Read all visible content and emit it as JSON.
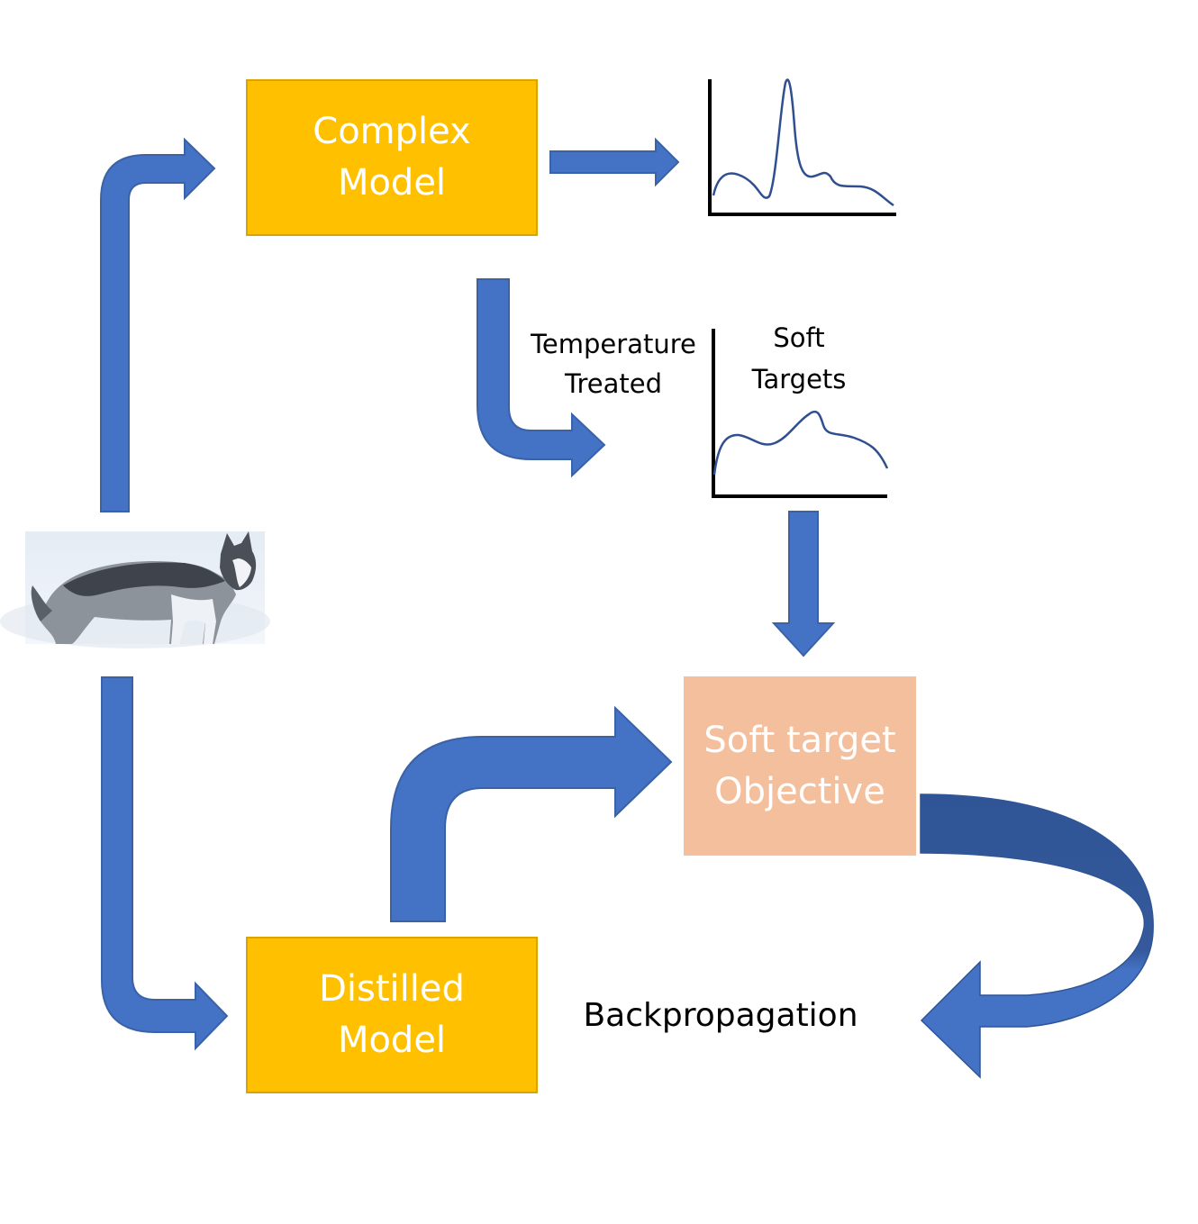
{
  "nodes": {
    "complex_model": {
      "line1": "Complex",
      "line2": "Model"
    },
    "distilled_model": {
      "line1": "Distilled",
      "line2": "Model"
    },
    "soft_target_objective": {
      "line1": "Soft target",
      "line2": "Objective"
    }
  },
  "labels": {
    "temperature_line1": "Temperature",
    "temperature_line2": "Treated",
    "soft_targets_line1": "Soft",
    "soft_targets_line2": "Targets",
    "backpropagation": "Backpropagation"
  },
  "input_image": {
    "subject": "husky dog in snow"
  },
  "colors": {
    "model_box": "#ffc000",
    "objective_box": "#f4bf9c",
    "arrow": "#4472c4",
    "arrow_dark": "#2f5597",
    "curve": "#2f4f8f"
  }
}
